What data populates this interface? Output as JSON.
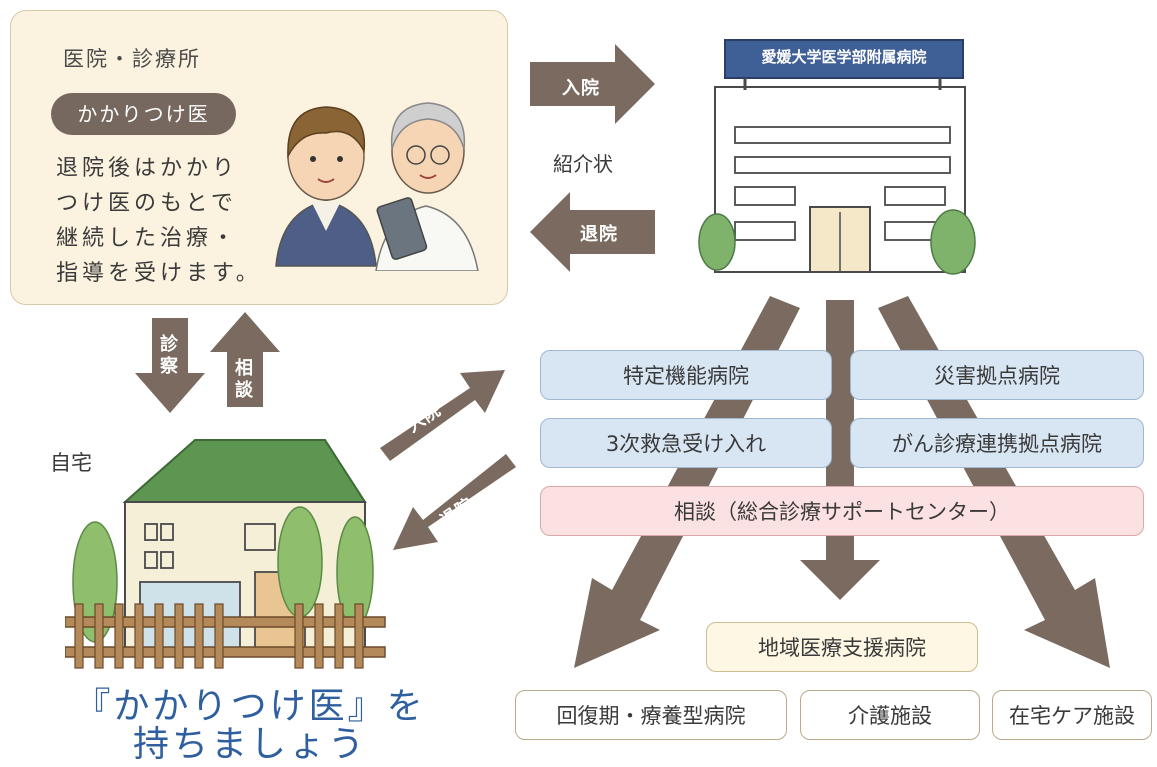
{
  "clinic": {
    "title": "医院・診療所",
    "badge": "かかりつけ医",
    "description": [
      "退院後はかかり",
      "つけ医のもとで",
      "継続した治療・",
      "指導を受けます。"
    ]
  },
  "hospital": {
    "sign": "愛媛大学医学部附属病院"
  },
  "top_arrows": {
    "admit": "入院",
    "discharge": "退院",
    "referral_label": "紹介状"
  },
  "vertical_arrows": {
    "exam": [
      "診",
      "察"
    ],
    "consult": [
      "相",
      "談"
    ]
  },
  "home": {
    "label": "自宅"
  },
  "diag_arrows": {
    "admit": "入院",
    "discharge": "退院"
  },
  "functions": {
    "items": [
      "特定機能病院",
      "災害拠点病院",
      "3次救急受け入れ",
      "がん診療連携拠点病院"
    ],
    "consult": "相談（総合診療サポートセンター）"
  },
  "destinations": {
    "regional": "地域医療支援病院",
    "items": [
      "回復期・療養型病院",
      "介護施設",
      "在宅ケア施設"
    ]
  },
  "slogan": [
    "『かかりつけ医』を",
    "持ちましょう"
  ],
  "colors": {
    "arrow": "#7a6a5f",
    "accent_text": "#2f5f9e"
  }
}
